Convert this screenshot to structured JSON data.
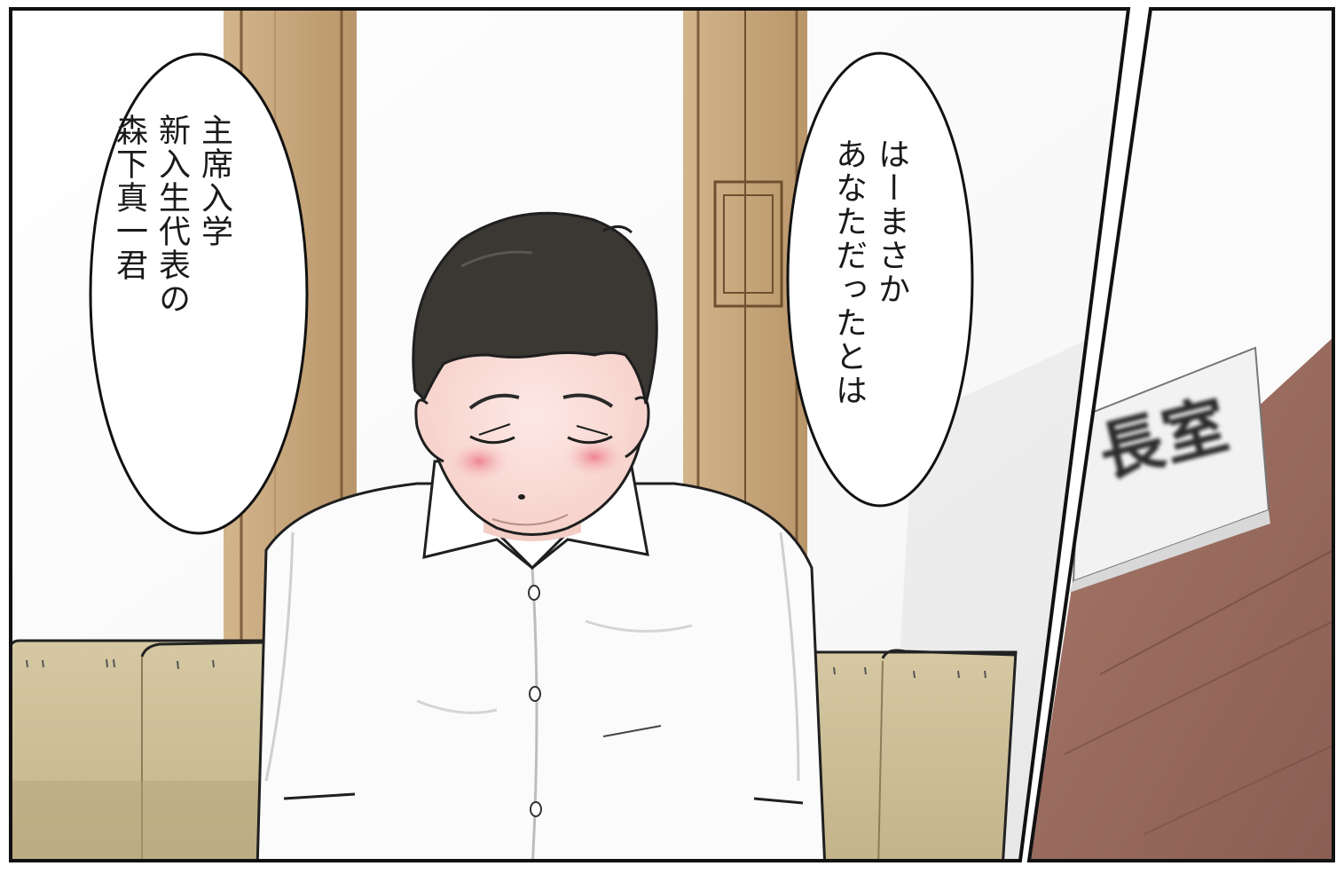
{
  "scene": {
    "bubble_left": {
      "lines": [
        "主席入学",
        "新入生代表の",
        "森下真一君"
      ]
    },
    "bubble_right": {
      "lines": [
        "はーまさか",
        "あなただったとは"
      ]
    },
    "door_sign": {
      "text": "長室"
    }
  },
  "colors": {
    "wall": "#fbfbfb",
    "pillar": "#c9aa80",
    "sofa": "#cdbf97",
    "door": "#9b6f62",
    "hair": "#3b3834",
    "skin": "#fbe2dd",
    "blush": "#ee8f99",
    "shirt": "#fafafa",
    "ink": "#1a1a1a"
  }
}
